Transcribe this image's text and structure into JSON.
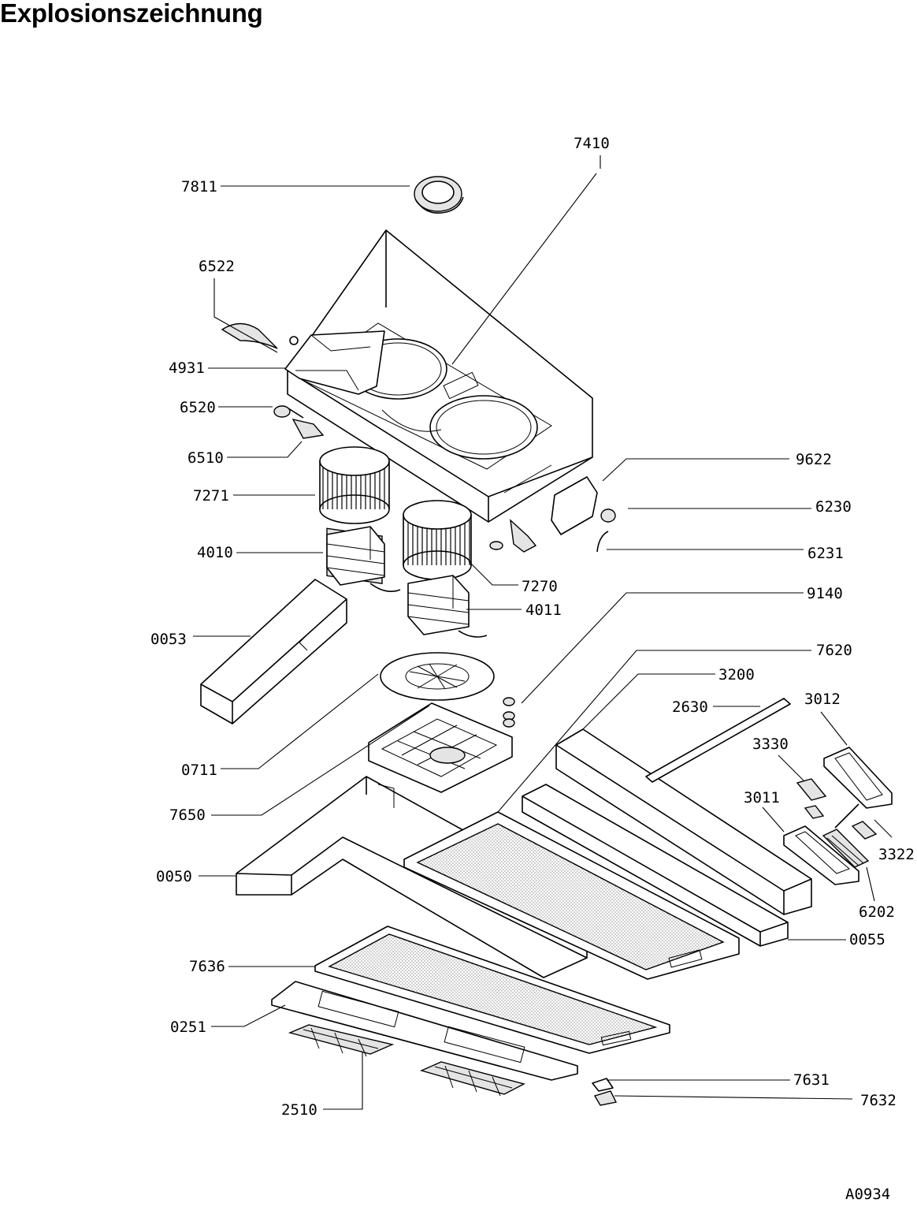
{
  "title": "Explosionszeichnung",
  "drawing_code": "A0934",
  "part_labels": {
    "p7410": "7410",
    "p7811": "7811",
    "p6522": "6522",
    "p4931": "4931",
    "p6520": "6520",
    "p6510": "6510",
    "p7271": "7271",
    "p4010": "4010",
    "p0053": "0053",
    "p0711": "0711",
    "p7650": "7650",
    "p0050": "0050",
    "p7636": "7636",
    "p0251": "0251",
    "p2510": "2510",
    "p9622": "9622",
    "p6230": "6230",
    "p6231": "6231",
    "p7270": "7270",
    "p4011": "4011",
    "p9140": "9140",
    "p7620": "7620",
    "p3200": "3200",
    "p2630": "2630",
    "p3012": "3012",
    "p3330": "3330",
    "p3011": "3011",
    "p3322": "3322",
    "p6202": "6202",
    "p0055": "0055",
    "p7631": "7631",
    "p7632": "7632"
  }
}
